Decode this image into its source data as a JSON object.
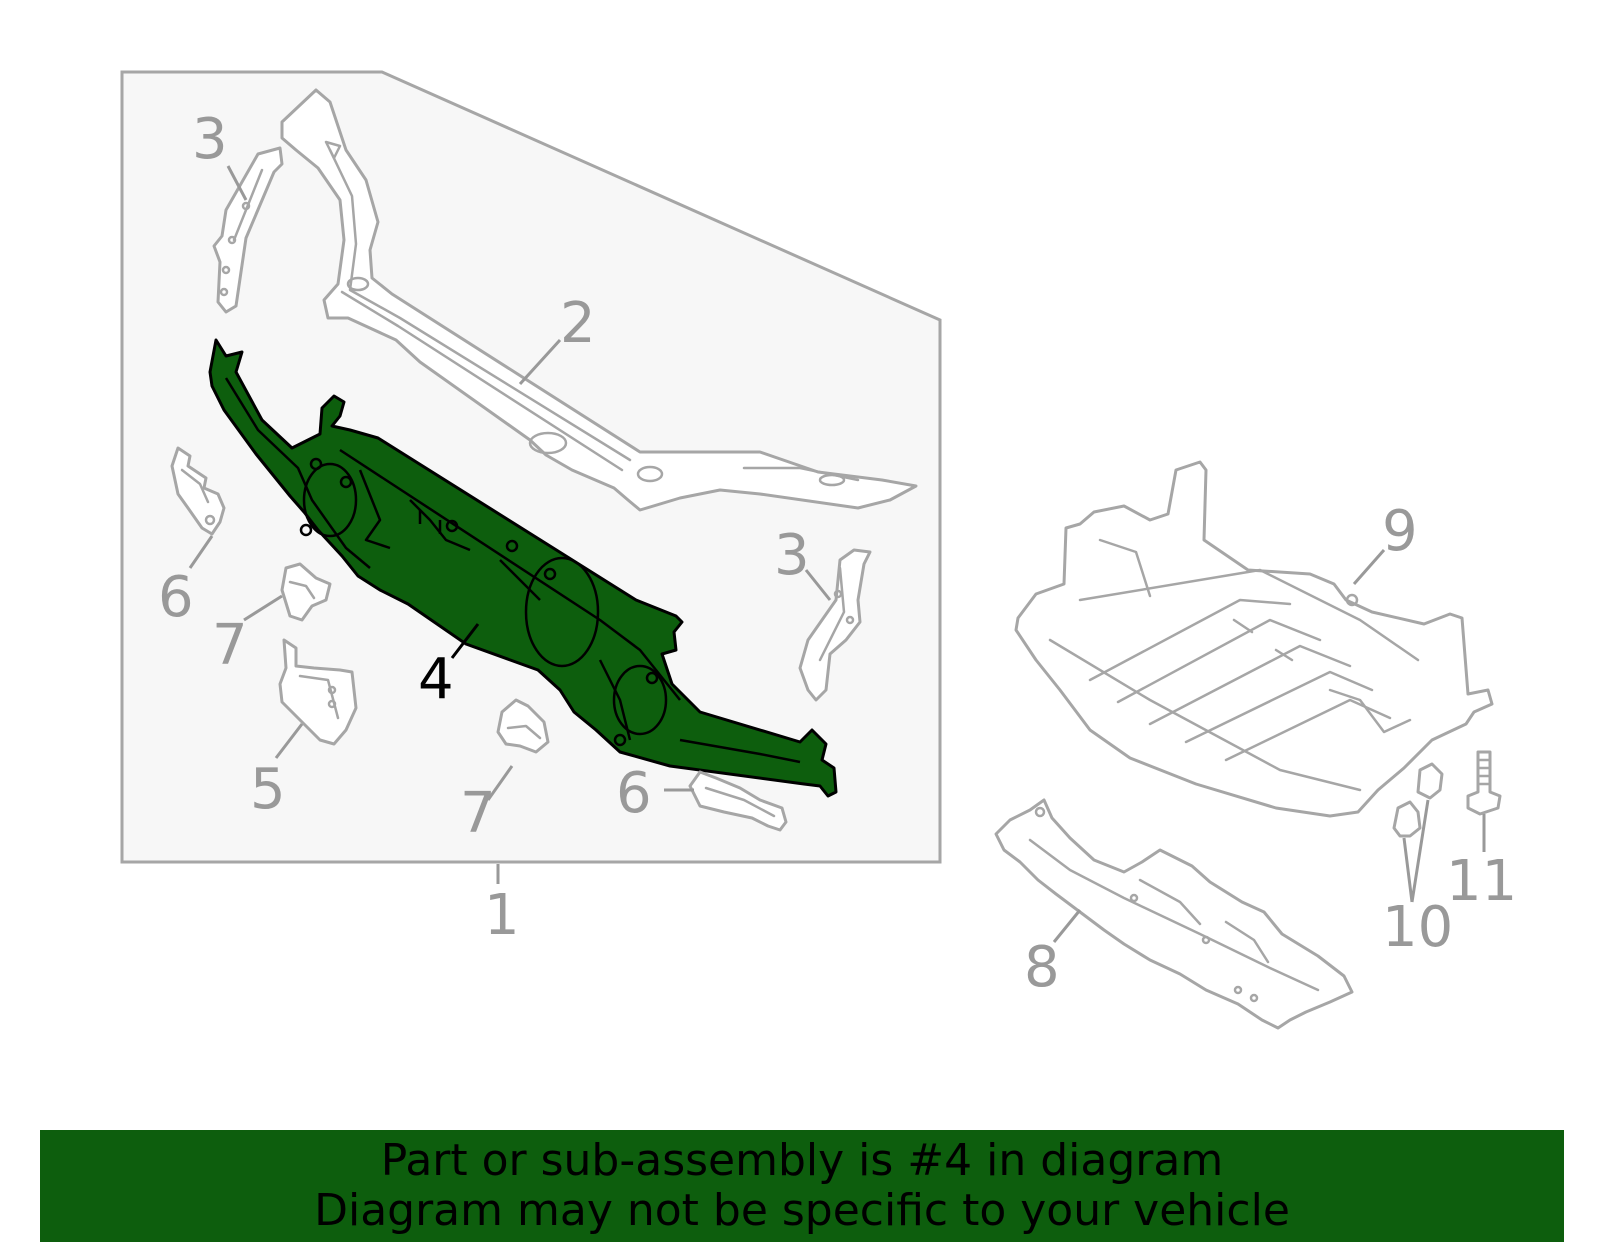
{
  "diagram": {
    "highlight_color": "#0d5e0d",
    "callouts": {
      "c1": "1",
      "c2": "2",
      "c3a": "3",
      "c3b": "3",
      "c4": "4",
      "c5": "5",
      "c6a": "6",
      "c6b": "6",
      "c7a": "7",
      "c7b": "7",
      "c8": "8",
      "c9": "9",
      "c10": "10",
      "c11": "11"
    },
    "highlighted_part": "4"
  },
  "banner": {
    "line1": "Part or sub-assembly is #4 in diagram",
    "line2": "Diagram may not be specific to your vehicle"
  }
}
